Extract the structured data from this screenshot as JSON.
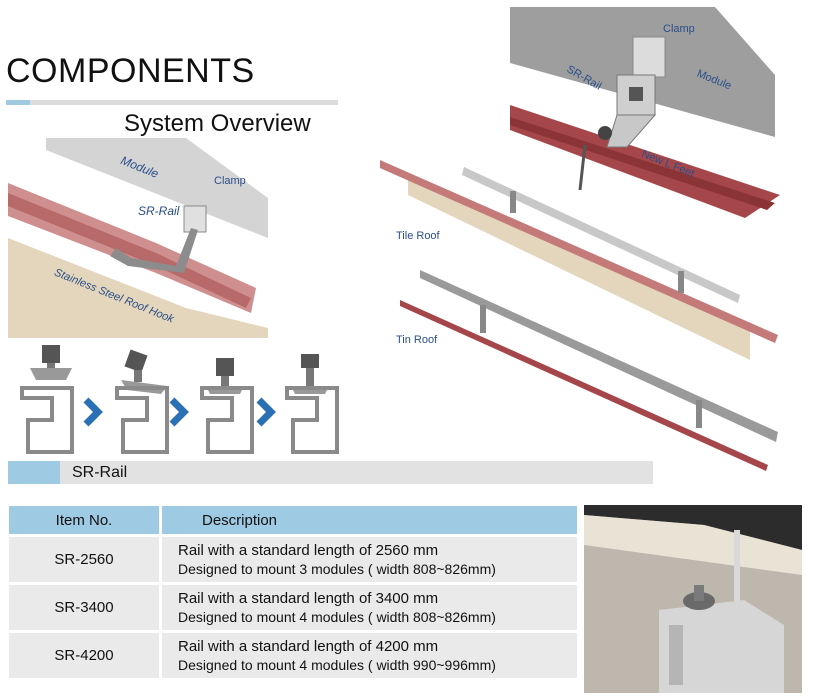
{
  "header": {
    "title": "COMPONENTS",
    "subtitle": "System Overview"
  },
  "diagram_labels": {
    "top_right": {
      "clamp": "Clamp",
      "module": "Module",
      "sr_rail": "SR-Rail",
      "new_l_feet": "New L Feet"
    },
    "mid_right": {
      "tile_roof": "Tile Roof",
      "tin_roof": "Tin Roof"
    },
    "left": {
      "module": "Module",
      "clamp": "Clamp",
      "sr_rail": "SR-Rail",
      "hook": "Stainless Steel Roof Hook"
    }
  },
  "section": {
    "label": "SR-Rail"
  },
  "table": {
    "headers": {
      "item": "Item No.",
      "description": "Description"
    },
    "rows": [
      {
        "item": "SR-2560",
        "line1": "Rail with a standard length of 2560 mm",
        "line2": "Designed to mount 3 modules ( width 808~826mm)"
      },
      {
        "item": "SR-3400",
        "line1": "Rail with a standard length of 3400 mm",
        "line2": "Designed to mount 4 modules ( width 808~826mm)"
      },
      {
        "item": "SR-4200",
        "line1": "Rail with a standard length of 4200 mm",
        "line2": "Designed to mount 4 modules ( width 990~996mm)"
      }
    ]
  },
  "colors": {
    "accent": "#9ecbe3",
    "roof_red": "#a5474a",
    "rail_grey": "#9a9a9a",
    "tile_beige": "#e3d6bc",
    "label_blue": "#2a4e8a"
  }
}
